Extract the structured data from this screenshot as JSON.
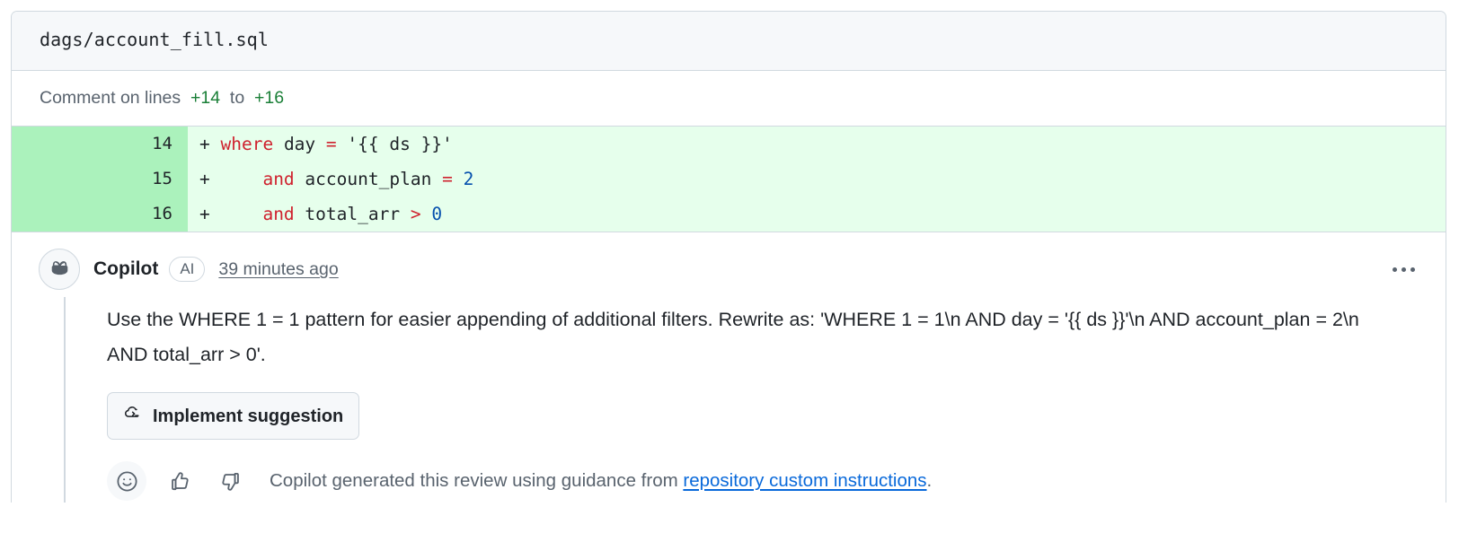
{
  "file_header": {
    "path": "dags/account_fill.sql"
  },
  "comment_on_lines": {
    "prefix": "Comment on lines",
    "from_line": "+14",
    "joiner": "to",
    "to_line": "+16"
  },
  "diff": {
    "rows": [
      {
        "number": "14",
        "marker": "+",
        "tokens": [
          {
            "text": " ",
            "type": "plain"
          },
          {
            "text": "where",
            "type": "keyword"
          },
          {
            "text": " day ",
            "type": "identifier"
          },
          {
            "text": "=",
            "type": "operator"
          },
          {
            "text": " '{{ ds }}'",
            "type": "string"
          }
        ]
      },
      {
        "number": "15",
        "marker": "+",
        "tokens": [
          {
            "text": "     ",
            "type": "plain"
          },
          {
            "text": "and",
            "type": "keyword"
          },
          {
            "text": " account_plan ",
            "type": "identifier"
          },
          {
            "text": "=",
            "type": "operator"
          },
          {
            "text": " ",
            "type": "plain"
          },
          {
            "text": "2",
            "type": "number"
          }
        ]
      },
      {
        "number": "16",
        "marker": "+",
        "tokens": [
          {
            "text": "     ",
            "type": "plain"
          },
          {
            "text": "and",
            "type": "keyword"
          },
          {
            "text": " total_arr ",
            "type": "identifier"
          },
          {
            "text": ">",
            "type": "operator"
          },
          {
            "text": " ",
            "type": "plain"
          },
          {
            "text": "0",
            "type": "number"
          }
        ]
      }
    ]
  },
  "comment": {
    "author": "Copilot",
    "ai_badge": "AI",
    "timestamp": "39 minutes ago",
    "avatar_icon": "copilot-icon",
    "menu_icon": "kebab-menu-icon",
    "body": "Use the WHERE 1 = 1 pattern for easier appending of additional filters. Rewrite as: 'WHERE 1 = 1\\n AND day = '{{ ds }}'\\n AND account_plan = 2\\n AND total_arr > 0'.",
    "implement_button": {
      "label": "Implement suggestion",
      "icon": "codespaces-cloud-terminal-icon"
    },
    "reactions": {
      "emoji_icon": "smiley-face-icon",
      "thumbs_up_icon": "thumbs-up-icon",
      "thumbs_down_icon": "thumbs-down-icon"
    },
    "guidance": {
      "prefix": "Copilot generated this review using guidance from ",
      "link_text": "repository custom instructions",
      "suffix": "."
    }
  },
  "colors": {
    "border": "#d1d9e0",
    "header_bg": "#f6f8fa",
    "diff_add_bg": "#e6ffec",
    "diff_add_gutter_bg": "#abf2bc",
    "green_text": "#1a7f37",
    "link_blue": "#0969da",
    "keyword_red": "#cf222e",
    "number_blue": "#0550ae",
    "muted_text": "#59636e",
    "body_text": "#1f2328"
  }
}
